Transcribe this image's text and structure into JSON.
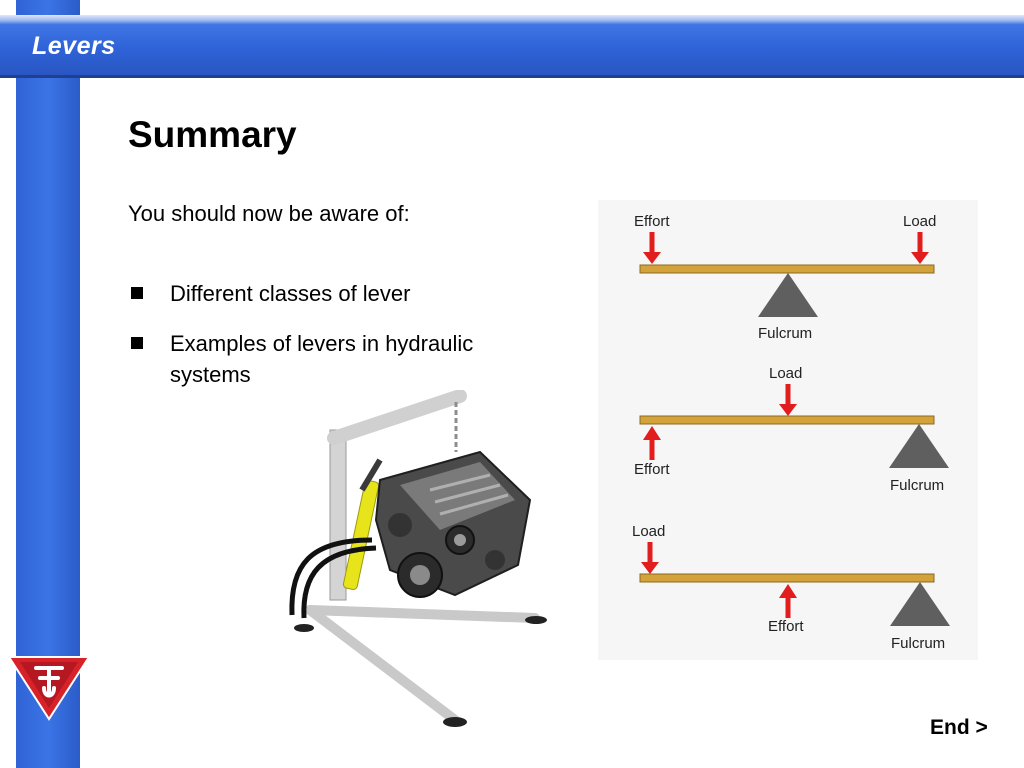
{
  "header": {
    "title": "Levers"
  },
  "slide": {
    "title": "Summary",
    "intro": "You should now be aware of:",
    "bullets": [
      "Different classes of lever",
      "Examples of levers in hydraulic systems"
    ]
  },
  "diagram": {
    "class1": {
      "effort": "Effort",
      "load": "Load",
      "fulcrum": "Fulcrum"
    },
    "class2": {
      "load": "Load",
      "effort": "Effort",
      "fulcrum": "Fulcrum"
    },
    "class3": {
      "load": "Load",
      "effort": "Effort",
      "fulcrum": "Fulcrum"
    }
  },
  "navigation": {
    "end_label": "End >"
  },
  "colors": {
    "accent_blue": "#2f63d8",
    "beam": "#d4a23a",
    "arrow": "#e21d1d",
    "fulcrum": "#5f5f5f",
    "logo_red": "#d8222a"
  }
}
